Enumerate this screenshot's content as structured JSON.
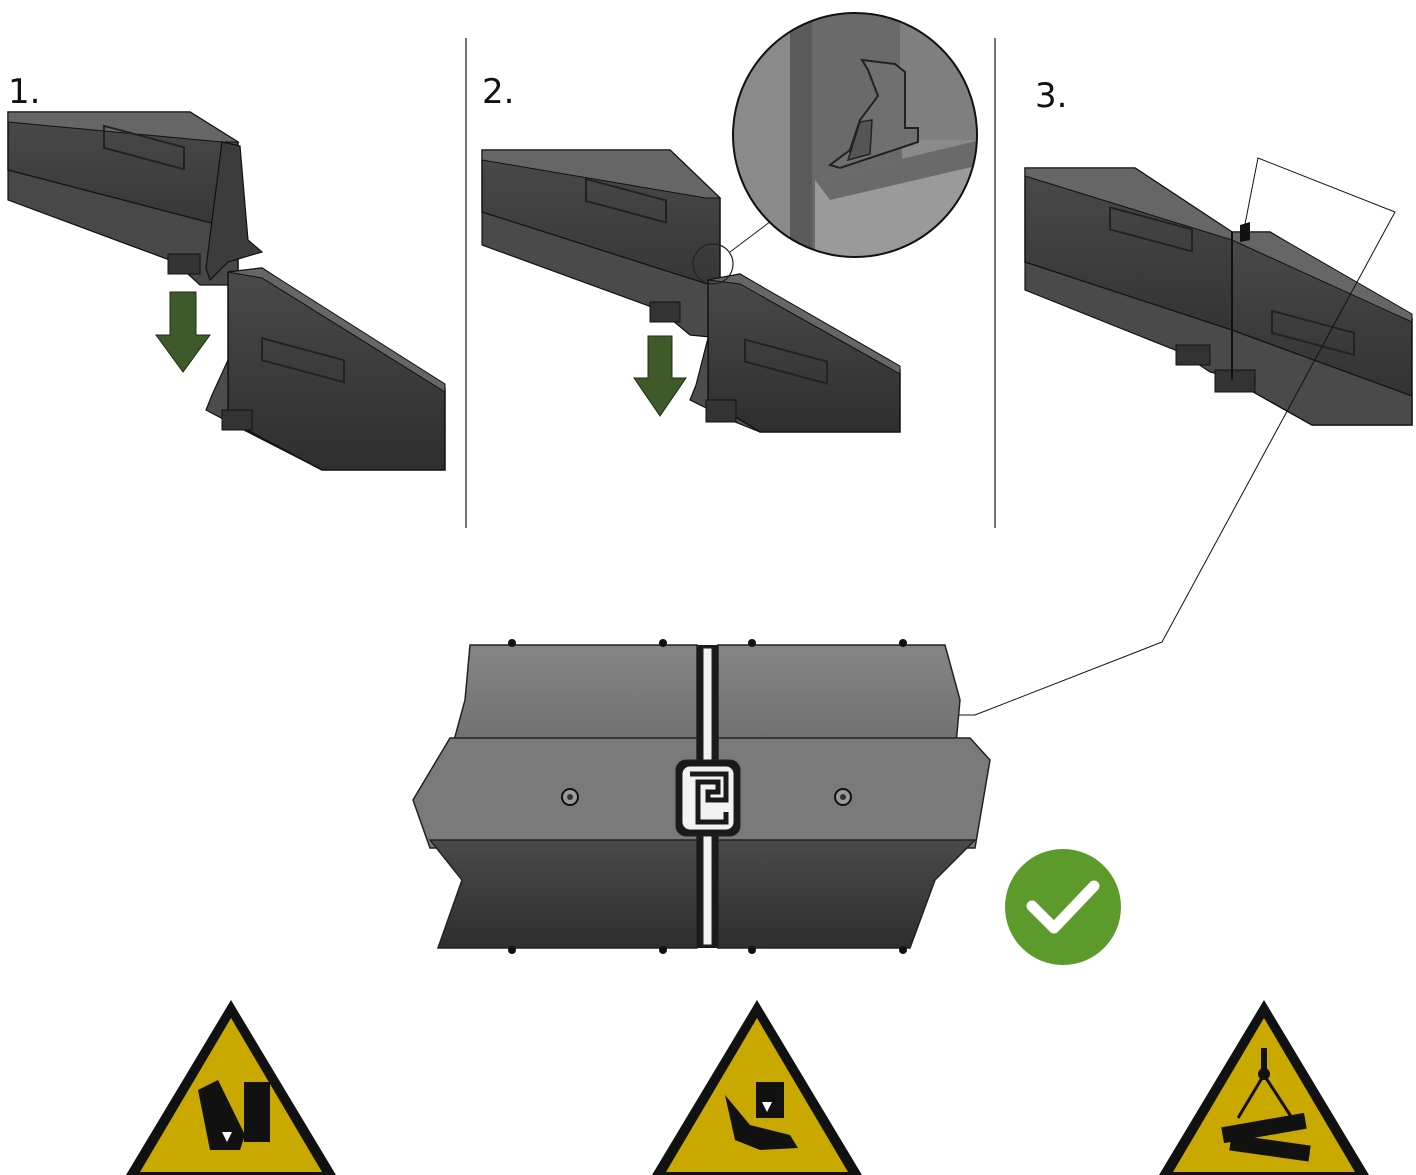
{
  "steps": [
    {
      "label": "1."
    },
    {
      "label": "2."
    },
    {
      "label": "3."
    }
  ],
  "colors": {
    "barrier_dark": "#3a3a3a",
    "barrier_mid": "#555555",
    "barrier_light": "#7a7a7a",
    "arrow_green": "#3f5a2a",
    "check_green": "#5c9a2c",
    "warning_yellow": "#c9a800",
    "warning_black": "#111111"
  },
  "icons": {
    "down_arrow": "down-arrow-icon",
    "magnifier": "magnifier-detail-icon",
    "confirmation": "checkmark-icon",
    "warnings": [
      "foot-crush-warning-icon",
      "hand-crush-warning-icon",
      "suspended-load-warning-icon"
    ]
  }
}
